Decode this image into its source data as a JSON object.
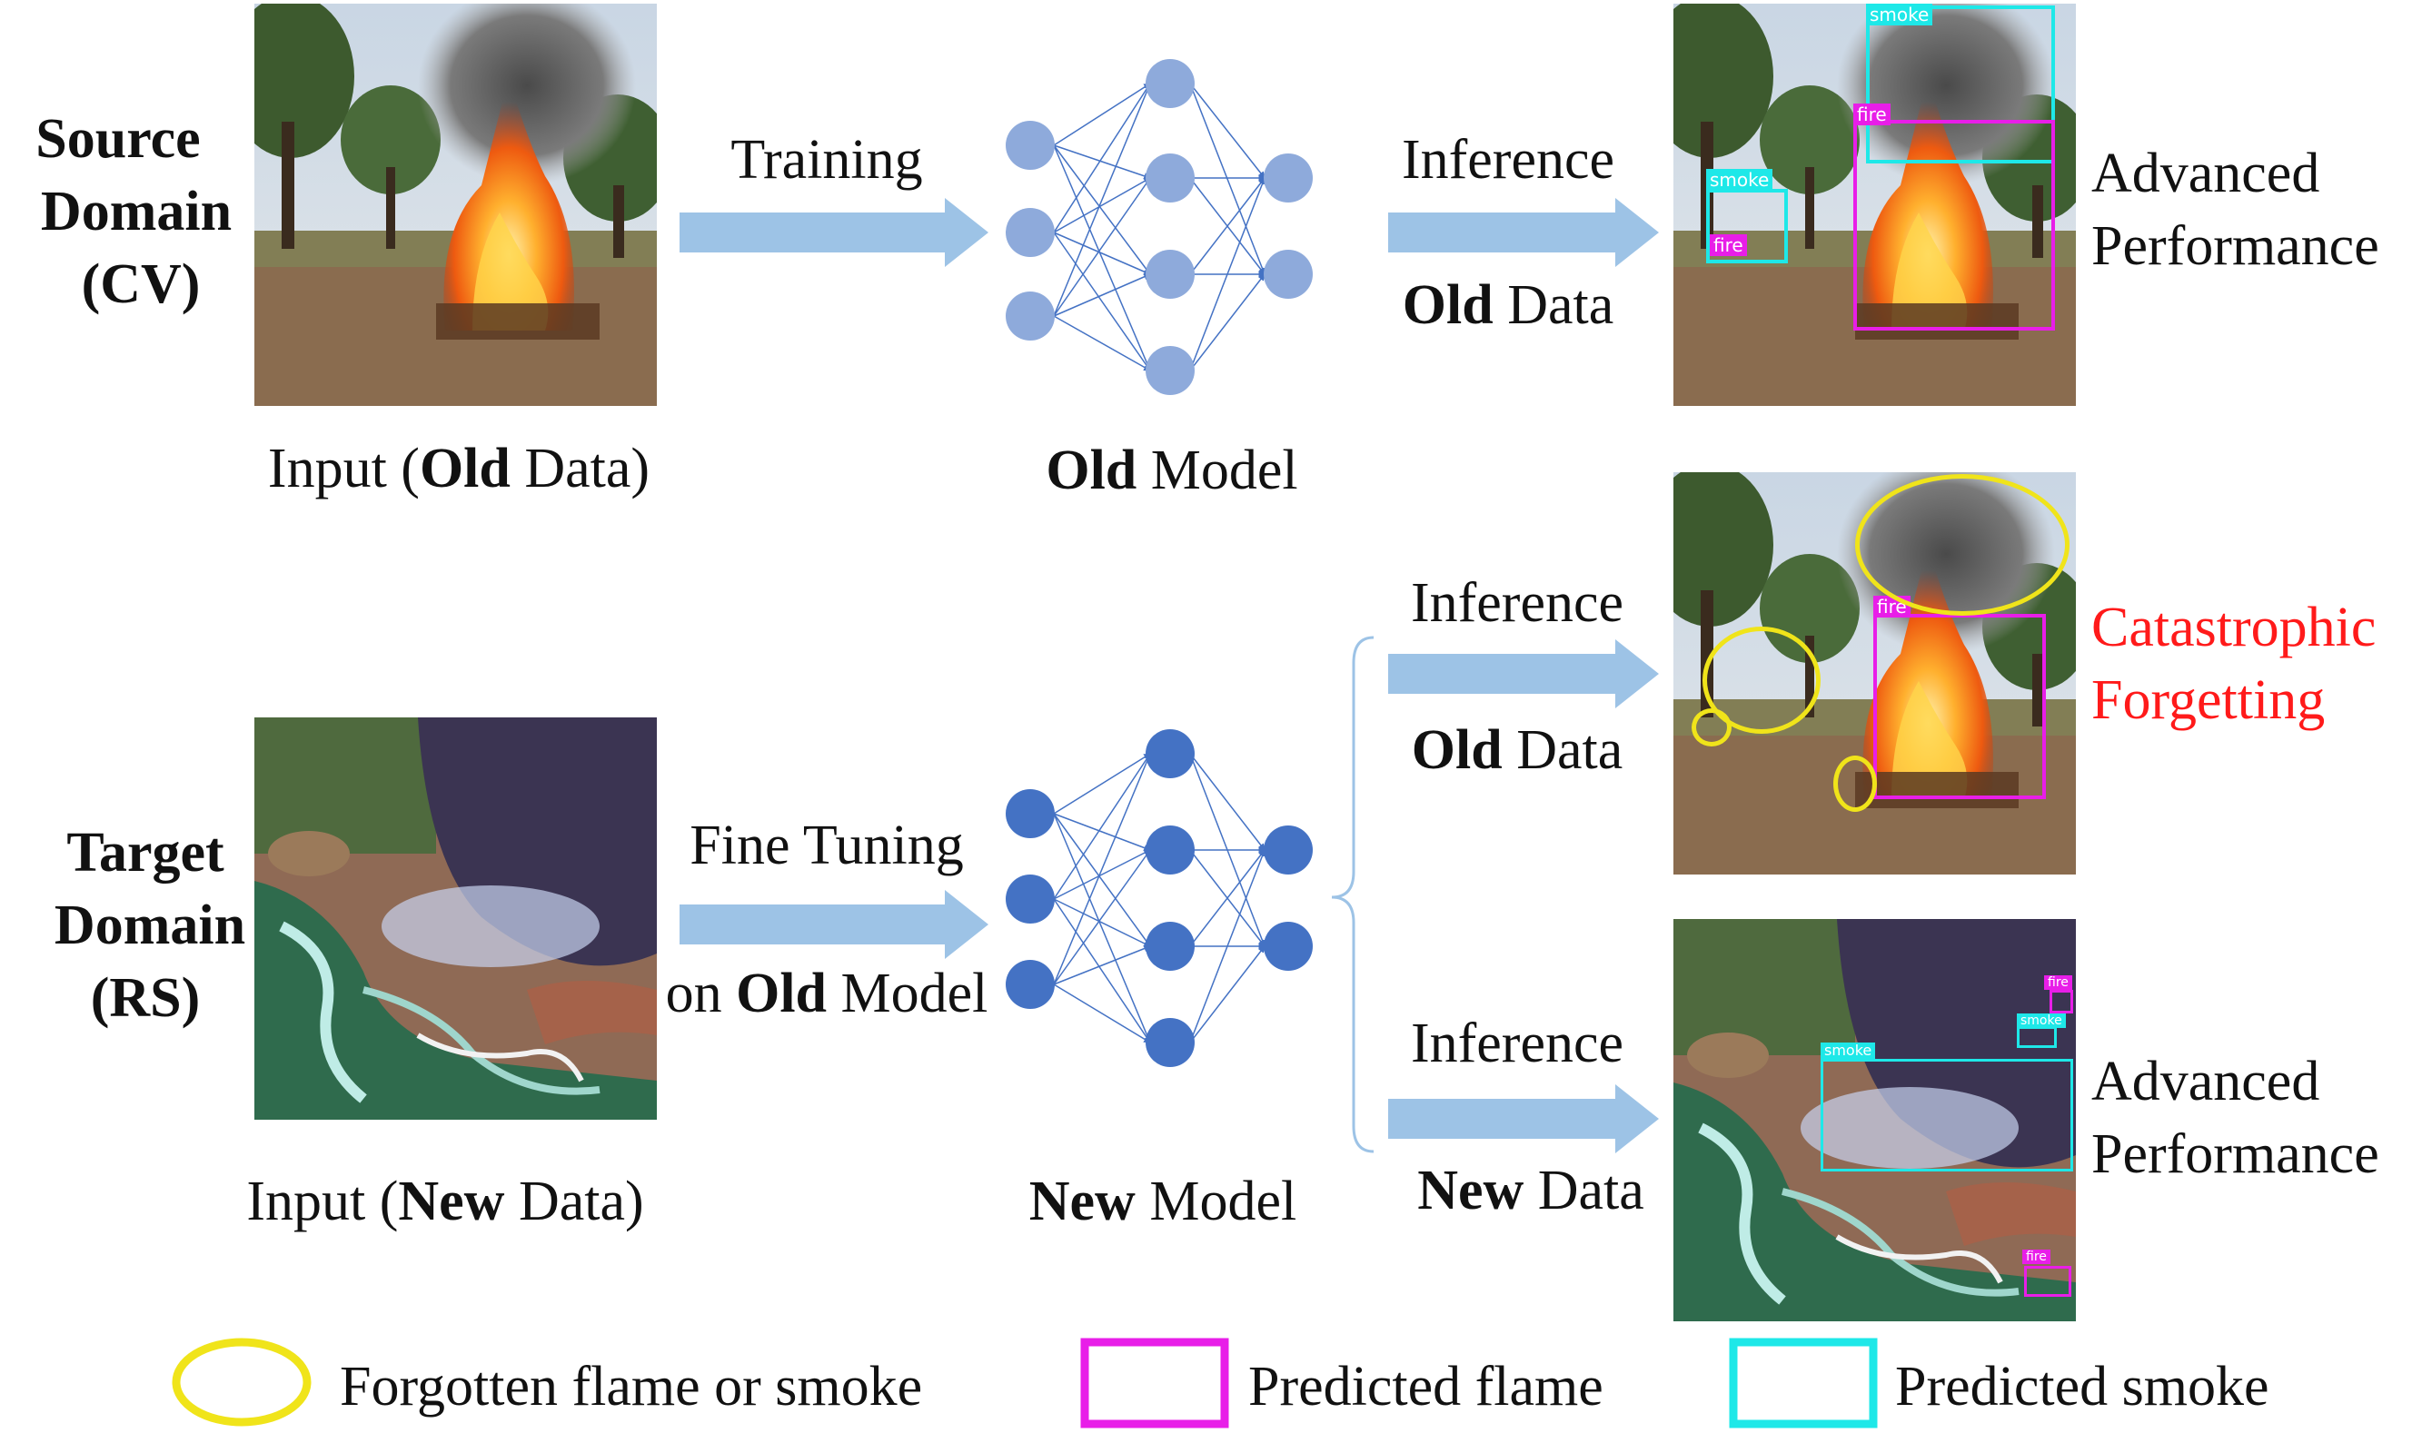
{
  "source_domain": {
    "line1": "Source",
    "line2": "Domain",
    "line3": "(CV)"
  },
  "target_domain": {
    "line1": "Target",
    "line2": "Domain",
    "line3": "(RS)"
  },
  "input_old": {
    "pre": "Input (",
    "bold": "Old",
    "post": " Data)"
  },
  "input_new": {
    "pre": "Input (",
    "bold": "New",
    "post": " Data)"
  },
  "training": "Training",
  "fine_tuning": {
    "line1": "Fine Tuning",
    "line2_pre": "on ",
    "line2_bold": "Old",
    "line2_post": " Model"
  },
  "old_model": {
    "bold": "Old",
    "post": " Model"
  },
  "new_model": {
    "bold": "New",
    "post": " Model"
  },
  "inference_top": {
    "label": "Inference",
    "bold": "Old",
    "post": " Data"
  },
  "inference_mid": {
    "label": "Inference",
    "bold": "Old",
    "post": " Data"
  },
  "inference_bot": {
    "label": "Inference",
    "bold": "New",
    "post": " Data"
  },
  "result_top": {
    "line1": "Advanced",
    "line2": "Performance"
  },
  "result_mid": {
    "line1": "Catastrophic",
    "line2": "Forgetting"
  },
  "result_bot": {
    "line1": "Advanced",
    "line2": "Performance"
  },
  "detections": {
    "smoke": "smoke",
    "fire": "fire"
  },
  "legend": {
    "forgotten": "Forgotten  flame or smoke",
    "flame": "Predicted flame",
    "smoke": "Predicted smoke"
  },
  "colors": {
    "arrow": "#9dc3e6",
    "old_node": "#8eaadb",
    "new_node": "#4472c4",
    "flame_box": "#e81ee8",
    "smoke_box": "#1ee8e8",
    "forgotten": "#f0e41a",
    "catastrophic": "#ff1a1a"
  }
}
